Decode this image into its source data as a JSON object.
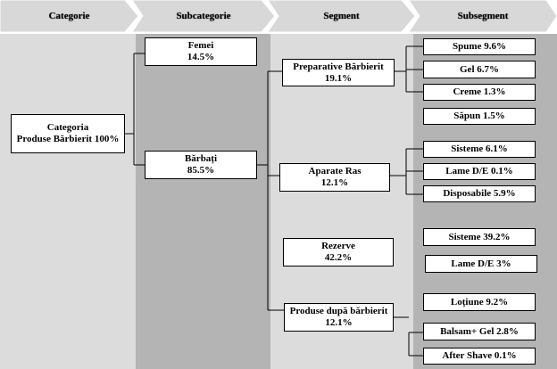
{
  "headers": [
    "Categorie",
    "Subcategorie",
    "Segment",
    "Subsegment"
  ],
  "category": {
    "name": "Categoria",
    "line2": "Produse Bărbierit 100%"
  },
  "subcategories": [
    {
      "name": "Femei",
      "value": "14.5%"
    },
    {
      "name": "Bărbați",
      "value": "85.5%"
    }
  ],
  "segments": [
    {
      "name": "Preparative Bărbierit",
      "value": "19.1%"
    },
    {
      "name": "Aparate Ras",
      "value": "12.1%"
    },
    {
      "name": "Rezerve",
      "value": "42.2%"
    },
    {
      "name": "Produse după bărbierit",
      "value": "12.1%"
    }
  ],
  "subsegments": [
    "Spume 9.6%",
    "Gel 6.7%",
    "Creme 1.3%",
    "Săpun 1.5%",
    "Sisteme 6.1%",
    "Lame D/E  0.1%",
    "Disposabile 5.9%",
    "Sisteme 39.2%",
    "Lame D/E  3%",
    "Loțiune 9.2%",
    "Balsam+ Gel 2.8%",
    "After Shave 0.1%"
  ],
  "colors": {
    "col1": "#dcdcdc",
    "col2": "#b4b4b4",
    "col3": "#dcdcdc",
    "col4": "#b4b4b4",
    "header": "#dedede"
  }
}
